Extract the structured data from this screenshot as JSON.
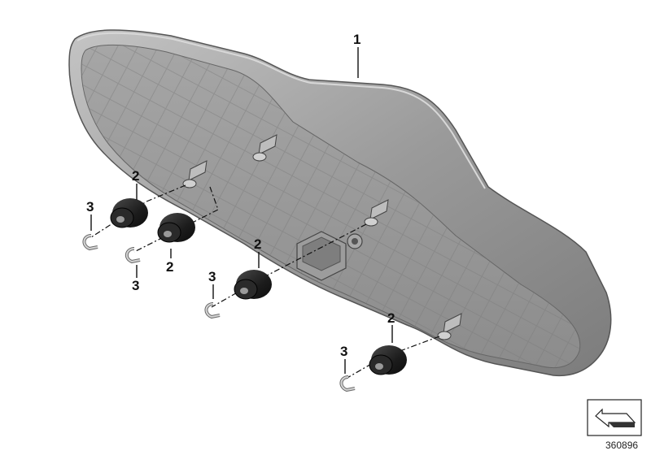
{
  "callouts": {
    "part_1": "1",
    "grommet_a": "2",
    "grommet_b": "2",
    "grommet_c": "2",
    "grommet_d": "2",
    "clip_a": "3",
    "clip_b": "3",
    "clip_c": "3",
    "clip_d": "3"
  },
  "reference_number": "360896",
  "colors": {
    "housing_dark": "#8a8a8a",
    "housing_light": "#b9b9b9",
    "rubber": "#1e1e1e",
    "clip": "#c8c8c8"
  }
}
